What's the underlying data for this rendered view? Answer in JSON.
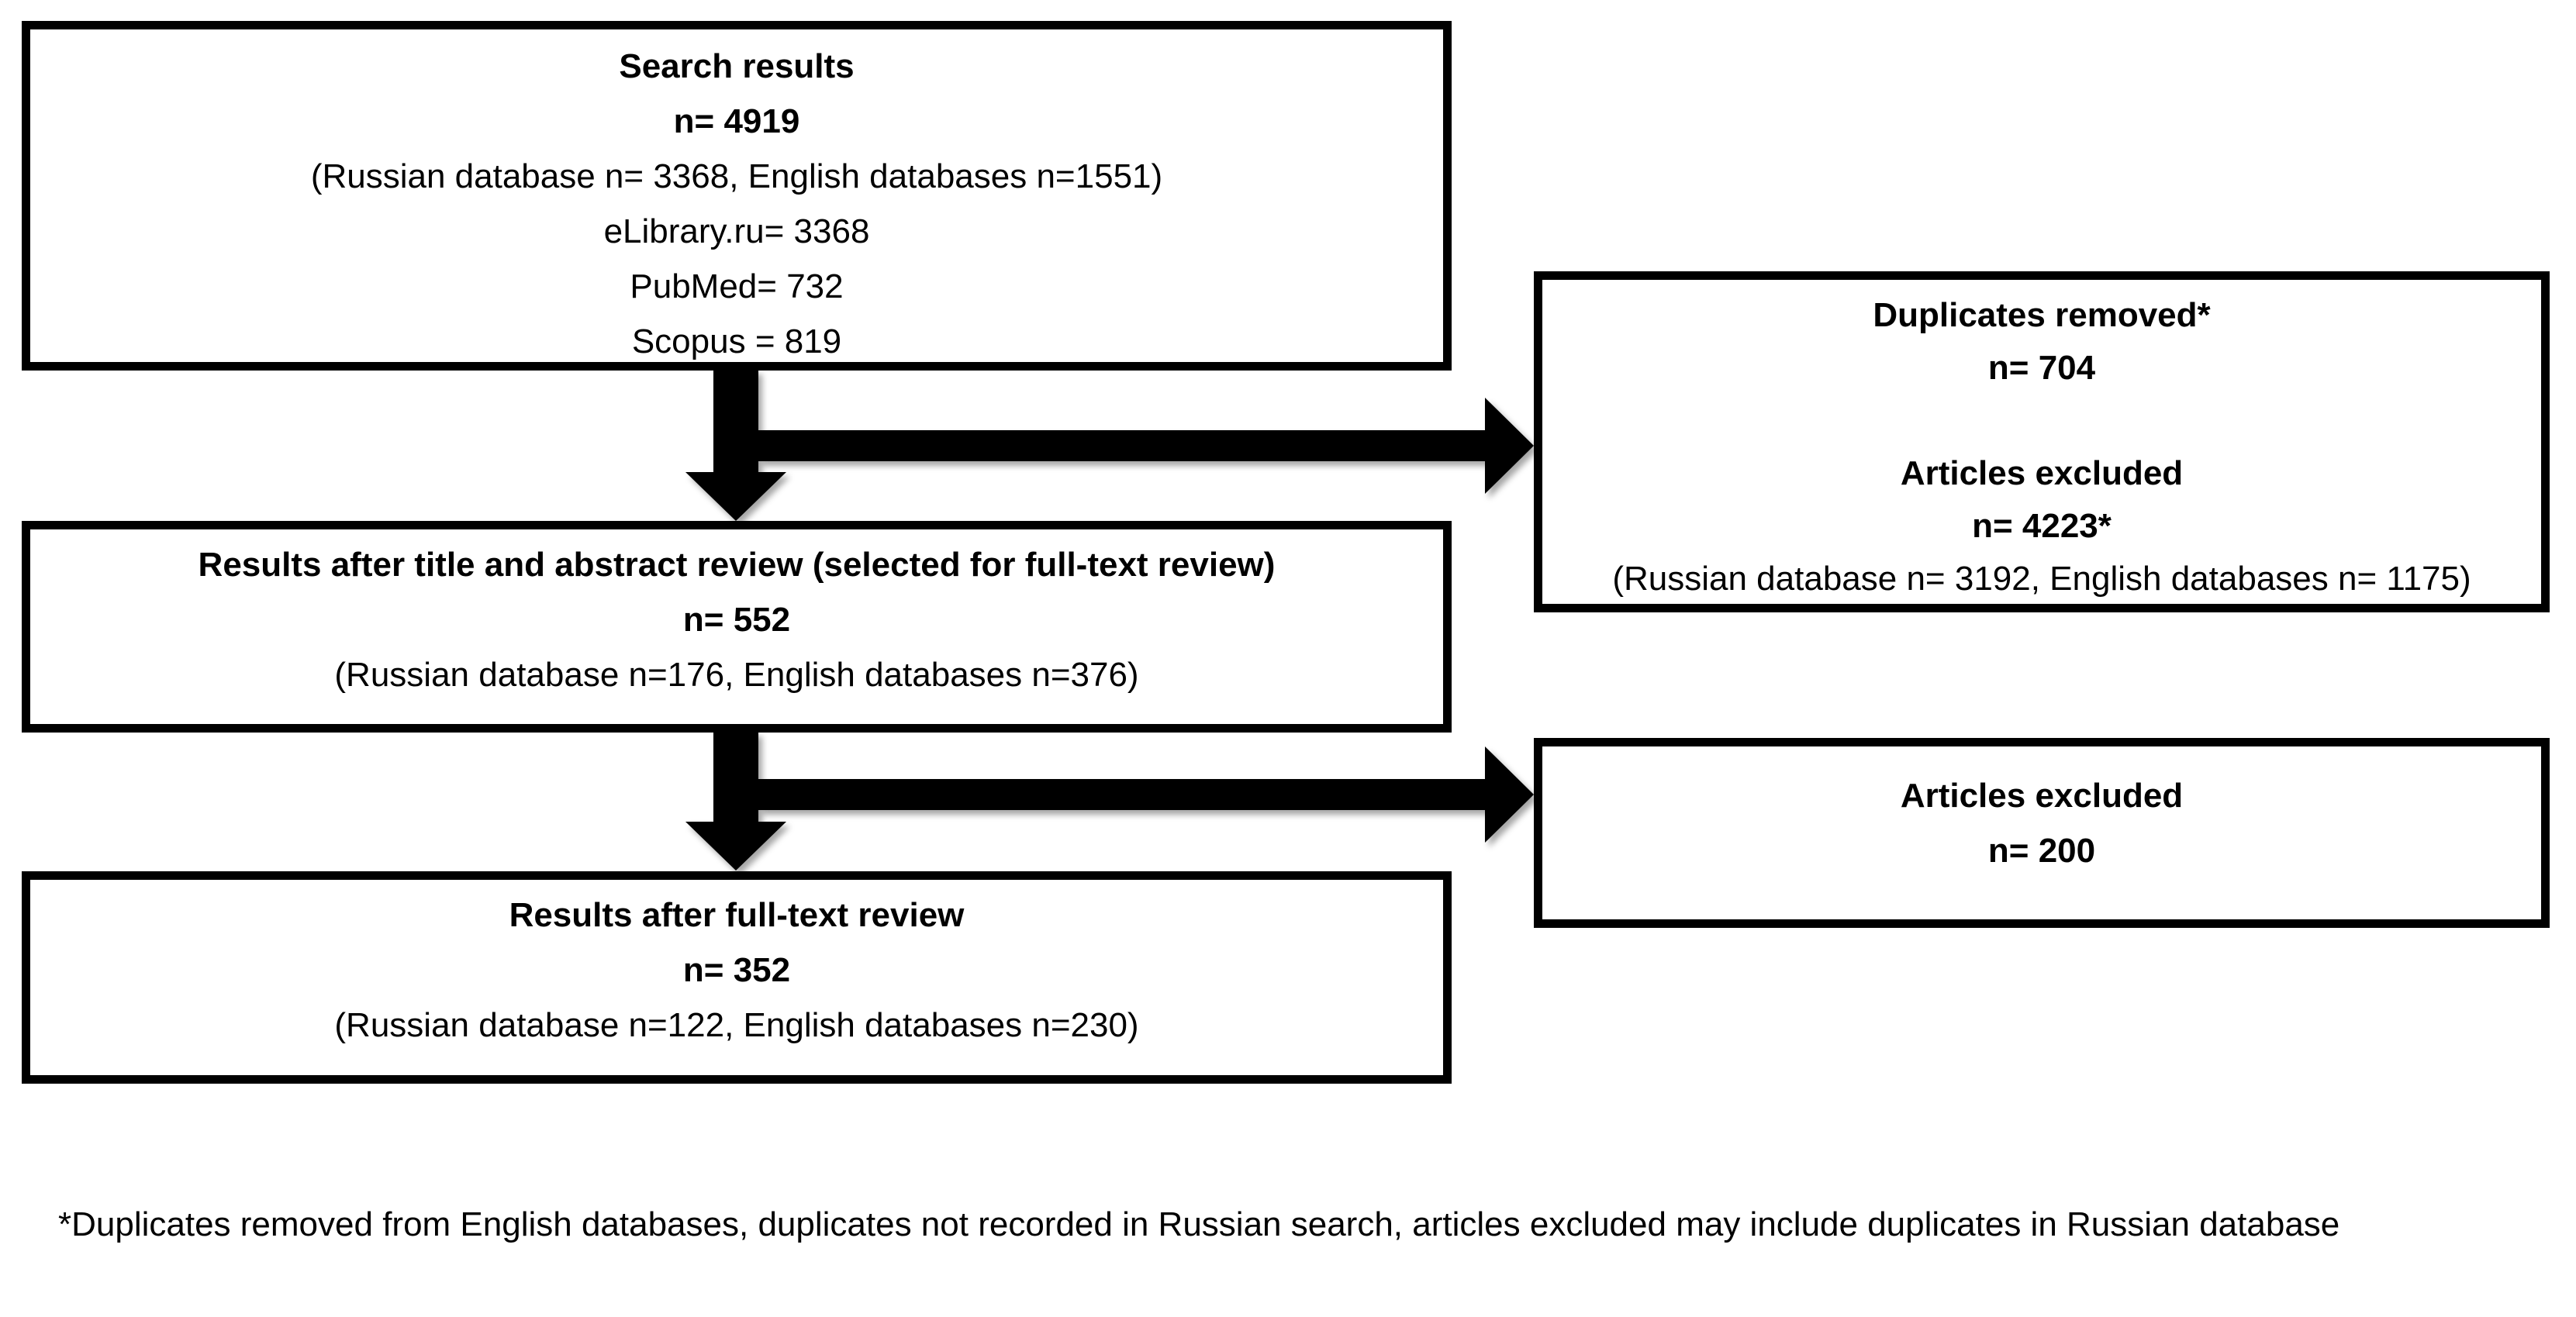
{
  "diagram": {
    "boxes": {
      "search_results": {
        "line1": "Search results",
        "line2": "n= 4919",
        "line3": "(Russian database n= 3368, English databases n=1551)",
        "line4": "eLibrary.ru= 3368",
        "line5": "PubMed= 732",
        "line6": "Scopus = 819"
      },
      "title_abstract_review": {
        "line1": "Results after title and abstract review (selected for full-text review)",
        "line2": "n= 552",
        "line3": "(Russian database n=176, English databases n=376)"
      },
      "full_text_review": {
        "line1": "Results after full-text review",
        "line2": "n= 352",
        "line3": "(Russian database n=122, English databases n=230)"
      },
      "duplicates_and_excluded": {
        "line1": "Duplicates removed*",
        "line2": "n= 704",
        "line3": "",
        "line4": "Articles excluded",
        "line5": "n= 4223*",
        "line6": "(Russian database n= 3192, English databases n= 1175)"
      },
      "articles_excluded_200": {
        "line1": "Articles excluded",
        "line2": "n= 200"
      }
    },
    "arrows": [
      {
        "from": "search_results",
        "to": "title_abstract_review",
        "direction": "down"
      },
      {
        "from": "search_results",
        "to": "duplicates_and_excluded",
        "direction": "right"
      },
      {
        "from": "title_abstract_review",
        "to": "full_text_review",
        "direction": "down"
      },
      {
        "from": "title_abstract_review",
        "to": "articles_excluded_200",
        "direction": "right"
      }
    ],
    "footnote": "*Duplicates removed from English databases, duplicates not recorded in Russian search, articles excluded may include duplicates in Russian database",
    "colors": {
      "border": "#000000",
      "background": "#ffffff",
      "text": "#000000",
      "arrow": "#000000"
    }
  }
}
